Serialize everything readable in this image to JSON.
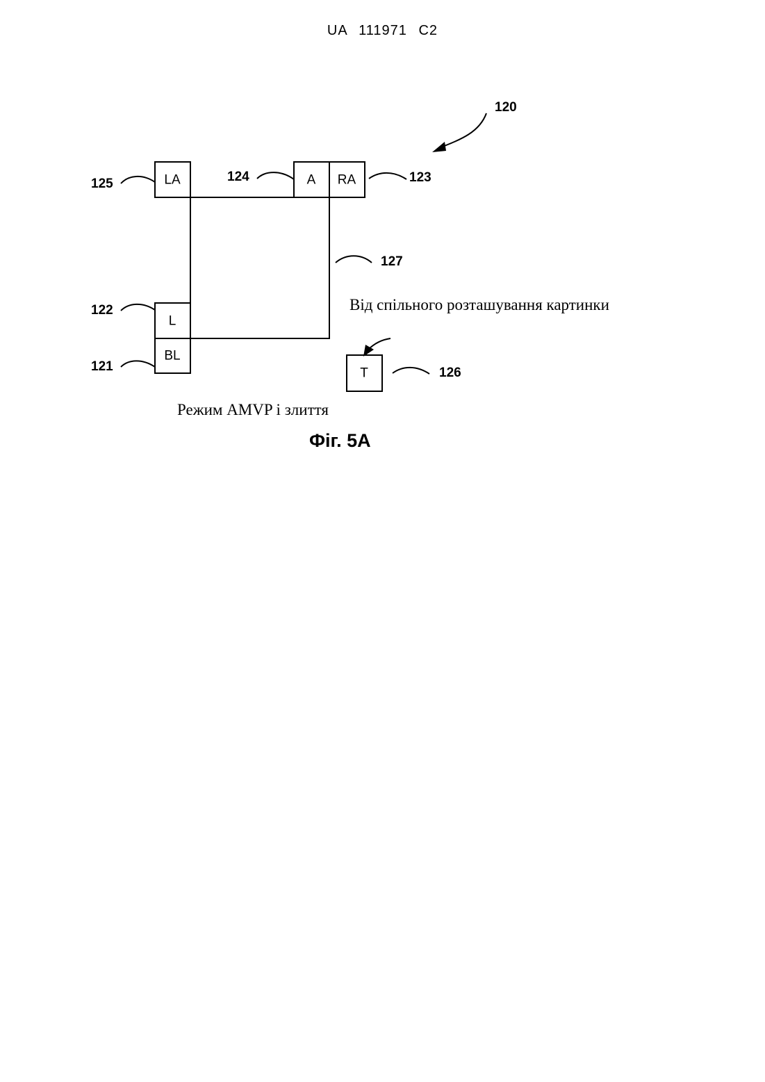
{
  "header": {
    "text": "UA 111971 C2"
  },
  "figure": {
    "blocks": {
      "la": "LA",
      "a": "A",
      "ra": "RA",
      "l": "L",
      "bl": "BL",
      "t": "T"
    },
    "refs": {
      "r120": "120",
      "r121": "121",
      "r122": "122",
      "r123": "123",
      "r124": "124",
      "r125": "125",
      "r126": "126",
      "r127": "127"
    },
    "collocated_caption": "Від спільного розташування картинки",
    "mode_caption": "Режим AMVP і злиття",
    "figure_label": "Фіг. 5А"
  }
}
